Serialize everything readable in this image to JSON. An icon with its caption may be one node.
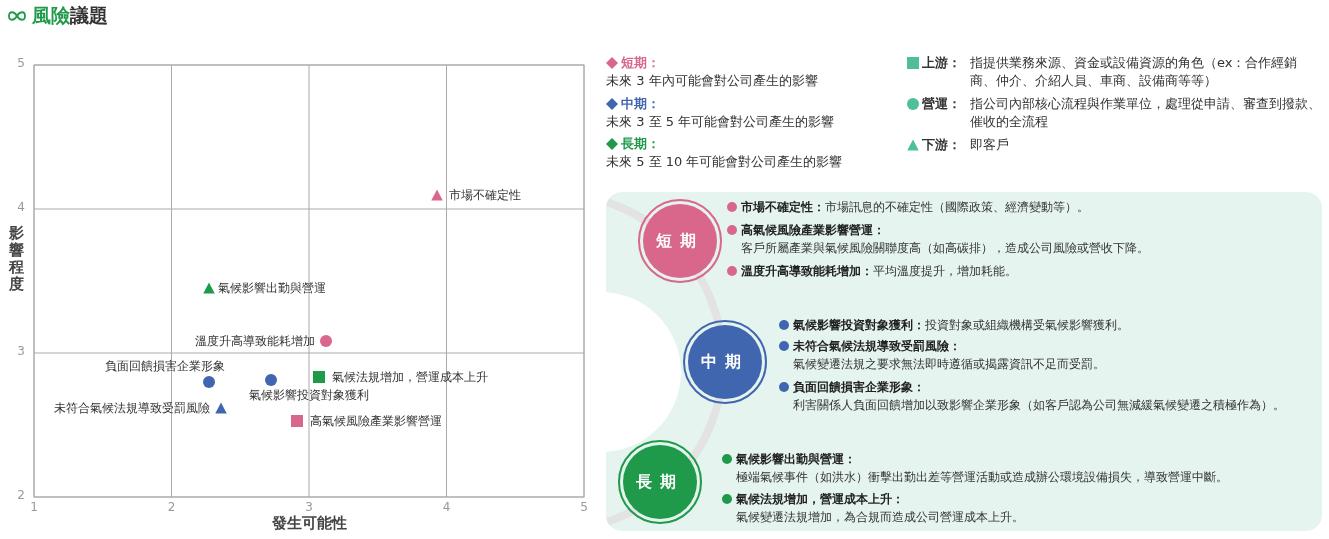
{
  "diagram": {
    "title": "風險議題",
    "chart_data": {
      "type": "scatter",
      "xlabel": "發生可能性",
      "ylabel": "影響程度",
      "xlim": [
        1,
        5
      ],
      "ylim": [
        2,
        5
      ],
      "xticks": [
        1,
        2,
        3,
        4,
        5
      ],
      "yticks": [
        2,
        3,
        4,
        5
      ],
      "grid": true,
      "x": [
        3.93,
        2.27,
        3.12,
        2.27,
        2.72,
        3.07,
        2.36,
        2.91
      ],
      "series": [
        {
          "name": "市場不確定性",
          "color": "#d9678b",
          "marker": "triangle",
          "values": [
            4.1,
            null,
            null,
            null,
            null,
            null,
            null,
            null
          ]
        },
        {
          "name": "氣候影響出勤與營運",
          "color": "#1f9a4b",
          "marker": "triangle",
          "values": [
            null,
            3.45,
            null,
            null,
            null,
            null,
            null,
            null
          ]
        },
        {
          "name": "溫度升高導致能耗增加",
          "color": "#d9678b",
          "marker": "circle",
          "values": [
            null,
            null,
            3.08,
            null,
            null,
            null,
            null,
            null
          ]
        },
        {
          "name": "負面回饋損害企業形象",
          "color": "#4166b0",
          "marker": "circle",
          "values": [
            null,
            null,
            null,
            2.8,
            null,
            null,
            null,
            null
          ]
        },
        {
          "name": "氣候影響投資對象獲利",
          "color": "#4166b0",
          "marker": "circle",
          "values": [
            null,
            null,
            null,
            null,
            2.81,
            null,
            null,
            null
          ]
        },
        {
          "name": "氣候法規增加，營運成本上升",
          "color": "#1f9a4b",
          "marker": "square",
          "values": [
            null,
            null,
            null,
            null,
            null,
            2.83,
            null,
            null
          ]
        },
        {
          "name": "未符合氣候法規導致受罰風險",
          "color": "#4166b0",
          "marker": "triangle",
          "values": [
            null,
            null,
            null,
            null,
            null,
            null,
            2.62,
            null
          ]
        },
        {
          "name": "高氣候風險產業影響營運",
          "color": "#d9678b",
          "marker": "square",
          "values": [
            null,
            null,
            null,
            null,
            null,
            null,
            null,
            2.53
          ]
        }
      ]
    },
    "nodes": [
      {
        "text": [
          "短期"
        ],
        "beside": [
          "**市場不確定性：**市場訊息的不確定性（國際政策、經濟變動等）。",
          "**高氣候風險產業影響營運：**客戶所屬產業與氣候風險關聯度高（如高碳排），造成公司風險或營收下降。",
          "**溫度升高導致能耗增加：**平均溫度提升，增加耗能。"
        ]
      },
      {
        "text": [
          "中期"
        ],
        "beside": [
          "**氣候影響投資對象獲利：**投資對象或組織機構受氣候影響獲利。",
          "**未符合氣候法規導致受罰風險：**氣候變遷法規之要求無法即時遵循或揭露資訊不足而受罰。",
          "**負面回饋損害企業形象：**利害關係人負面回饋增加以致影響企業形象（如客戶認為公司無減緩氣候變遷之積極作為）。"
        ]
      },
      {
        "text": [
          "長期"
        ],
        "beside": [
          "**氣候影響出勤與營運：**極端氣候事件（如洪水）衝擊出勤出差等營運活動或造成辦公環境設備損失，導致營運中斷。",
          "**氣候法規增加，營運成本上升：**氣候變遷法規增加，為合規而造成公司營運成本上升。"
        ]
      }
    ],
    "labels": [
      "未來 3 年內可能會對公司產生的影響",
      "未來 3 至 5 年可能會對公司產生的影響",
      "未來 5 至 10 年可能會對公司產生的影響",
      "指提供業務來源、資金或設備資源的角色（ex：合作經銷商、仲介、介紹人員、車商、設備商等等）",
      "指公司內部核心流程與作業單位，處理從申請、審查到撥款、催收的全流程",
      "即客戶"
    ],
    "legend": [
      {
        "text": "短期：",
        "color": "#d9678b"
      },
      {
        "text": "中期：",
        "color": "#4166b0"
      },
      {
        "text": "長期：",
        "color": "#1f9a4b"
      },
      {
        "text": "上游：",
        "color": "#4fbf9a"
      },
      {
        "text": "營運：",
        "color": "#4fbf9a"
      },
      {
        "text": "下游：",
        "color": "#4fbf9a"
      }
    ]
  }
}
